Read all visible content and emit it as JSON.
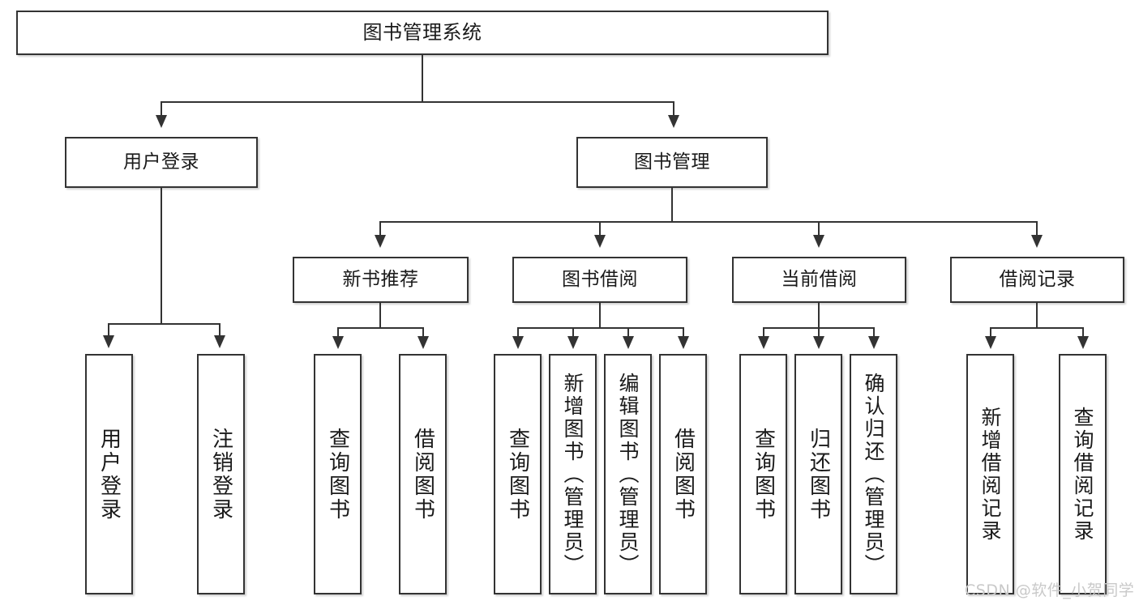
{
  "diagram": {
    "title": "图书管理系统",
    "type": "hierarchy-tree",
    "watermark": "CSDN @软件_小贺同学",
    "colors": {
      "box_border": "#333333",
      "box_fill": "#ffffff",
      "connector": "#333333",
      "text": "#1a1a1a",
      "watermark": "#c9c9c9",
      "background": "#ffffff"
    },
    "levels": {
      "root": "图书管理系统",
      "level2": [
        "用户登录",
        "图书管理"
      ],
      "level3": [
        "新书推荐",
        "图书借阅",
        "当前借阅",
        "借阅记录"
      ]
    },
    "nodes": {
      "root": {
        "label": "图书管理系统"
      },
      "user_login": {
        "label": "用户登录"
      },
      "book_manage": {
        "label": "图书管理"
      },
      "new_book_rec": {
        "label": "新书推荐"
      },
      "book_borrow": {
        "label": "图书借阅"
      },
      "current_borrow": {
        "label": "当前借阅"
      },
      "borrow_record": {
        "label": "借阅记录"
      },
      "leaf_user_login": {
        "label": "用户登录"
      },
      "leaf_logout": {
        "label": "注销登录"
      },
      "leaf_query_book_1": {
        "label": "查询图书"
      },
      "leaf_borrow_book_1": {
        "label": "借阅图书"
      },
      "leaf_query_book_2": {
        "label": "查询图书"
      },
      "leaf_add_book": {
        "label": "新增图书（管理员）"
      },
      "leaf_edit_book": {
        "label": "编辑图书（管理员）"
      },
      "leaf_borrow_book_2": {
        "label": "借阅图书"
      },
      "leaf_query_book_3": {
        "label": "查询图书"
      },
      "leaf_return_book": {
        "label": "归还图书"
      },
      "leaf_confirm_return": {
        "label": "确认归还（管理员）"
      },
      "leaf_add_record": {
        "label": "新增借阅记录"
      },
      "leaf_query_record": {
        "label": "查询借阅记录"
      }
    }
  }
}
